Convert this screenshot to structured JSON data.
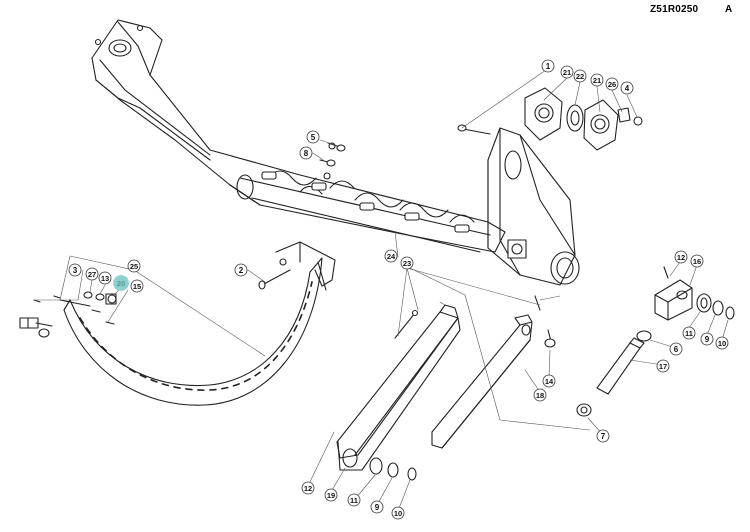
{
  "document": {
    "code": "Z51R0250",
    "revision": "A"
  },
  "highlight_color": "#8ecfcf",
  "callouts": [
    {
      "n": "1",
      "hl": false
    },
    {
      "n": "21",
      "hl": false
    },
    {
      "n": "22",
      "hl": false
    },
    {
      "n": "21",
      "hl": false
    },
    {
      "n": "26",
      "hl": false
    },
    {
      "n": "4",
      "hl": false
    },
    {
      "n": "5",
      "hl": false
    },
    {
      "n": "8",
      "hl": false
    },
    {
      "n": "2",
      "hl": false
    },
    {
      "n": "3",
      "hl": false
    },
    {
      "n": "27",
      "hl": false
    },
    {
      "n": "13",
      "hl": false
    },
    {
      "n": "20",
      "hl": true
    },
    {
      "n": "15",
      "hl": false
    },
    {
      "n": "25",
      "hl": false
    },
    {
      "n": "24",
      "hl": false
    },
    {
      "n": "23",
      "hl": false
    },
    {
      "n": "12",
      "hl": false
    },
    {
      "n": "16",
      "hl": false
    },
    {
      "n": "11",
      "hl": false
    },
    {
      "n": "9",
      "hl": false
    },
    {
      "n": "10",
      "hl": false
    },
    {
      "n": "6",
      "hl": false
    },
    {
      "n": "17",
      "hl": false
    },
    {
      "n": "14",
      "hl": false
    },
    {
      "n": "18",
      "hl": false
    },
    {
      "n": "7",
      "hl": false
    },
    {
      "n": "12",
      "hl": false
    },
    {
      "n": "19",
      "hl": false
    },
    {
      "n": "11",
      "hl": false
    },
    {
      "n": "9",
      "hl": false
    },
    {
      "n": "10",
      "hl": false
    }
  ]
}
